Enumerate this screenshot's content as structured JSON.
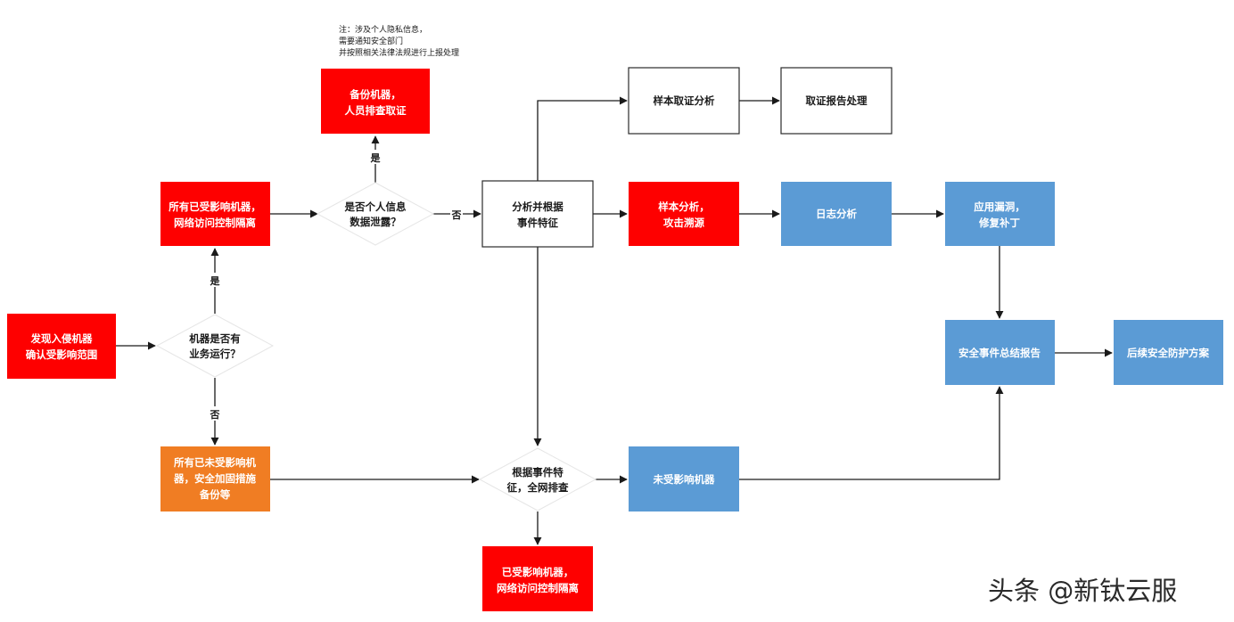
{
  "nodes": {
    "n1": {
      "lines": [
        "发现入侵机器",
        "确认受影响范围"
      ]
    },
    "d1": {
      "lines": [
        "机器是否有",
        "业务运行？"
      ]
    },
    "r2": {
      "lines": [
        "所有已受影响机器，",
        "网络访问控制隔离"
      ]
    },
    "o1": {
      "lines": [
        "所有已未受影响机",
        "器，安全加固措施",
        "备份等"
      ]
    },
    "d2": {
      "lines": [
        "是否个人信息",
        "数据泄露？"
      ]
    },
    "r3": {
      "lines": [
        "备份机器，",
        "人员排查取证"
      ]
    },
    "c1": {
      "lines": [
        "分析并根据",
        "事件特征"
      ]
    },
    "w1": {
      "lines": [
        "样本取证分析"
      ]
    },
    "w2": {
      "lines": [
        "取证报告处理"
      ]
    },
    "r4": {
      "lines": [
        "样本分析，",
        "攻击溯源"
      ]
    },
    "b1": {
      "lines": [
        "日志分析"
      ]
    },
    "b2": {
      "lines": [
        "应用漏洞，",
        "修复补丁"
      ]
    },
    "b3": {
      "lines": [
        "安全事件总结报告"
      ]
    },
    "b4": {
      "lines": [
        "后续安全防护方案"
      ]
    },
    "d3": {
      "lines": [
        "根据事件特",
        "征，全网排查"
      ]
    },
    "b5": {
      "lines": [
        "未受影响机器"
      ]
    },
    "r5": {
      "lines": [
        "已受影响机器，",
        "网络访问控制隔离"
      ]
    }
  },
  "note": {
    "lines": [
      "注：涉及个人隐私信息，",
      "需要通知安全部门",
      "并按照相关法律法规进行上报处理"
    ]
  },
  "labels": {
    "yes": "是",
    "no": "否"
  },
  "watermark": "头条 @新钛云服",
  "colors": {
    "red": "#fe0000",
    "orange": "#f07d23",
    "blue": "#5b9bd5",
    "white": "#ffffff",
    "stroke": "#2b2b2b"
  }
}
